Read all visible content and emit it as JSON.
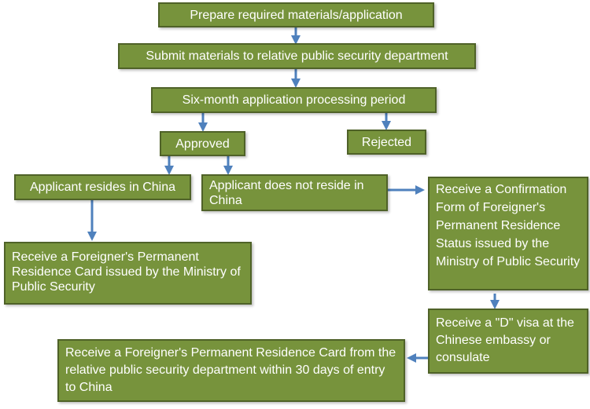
{
  "steps": {
    "prepare": "Prepare required materials/application",
    "submit": "Submit materials to relative public security department",
    "processing": "Six-month application processing period",
    "approved": "Approved",
    "rejected": "Rejected",
    "resides": "Applicant resides in China",
    "not_reside": "Applicant does not reside in China",
    "card_ministry": "Receive a Foreigner's Permanent Residence Card issued by the Ministry of Public Security",
    "confirmation_form": "Receive a Confirmation Form of Foreigner's Permanent Residence Status issued by the Ministry of Public Security",
    "d_visa": "Receive a \"D\" visa at the Chinese embassy or consulate",
    "card_local": "Receive a Foreigner's Permanent Residence Card from the relative public security department within 30 days of entry to China"
  },
  "colors": {
    "box_fill": "#77933c",
    "box_border": "#4f6228",
    "arrow": "#4f81bd"
  }
}
